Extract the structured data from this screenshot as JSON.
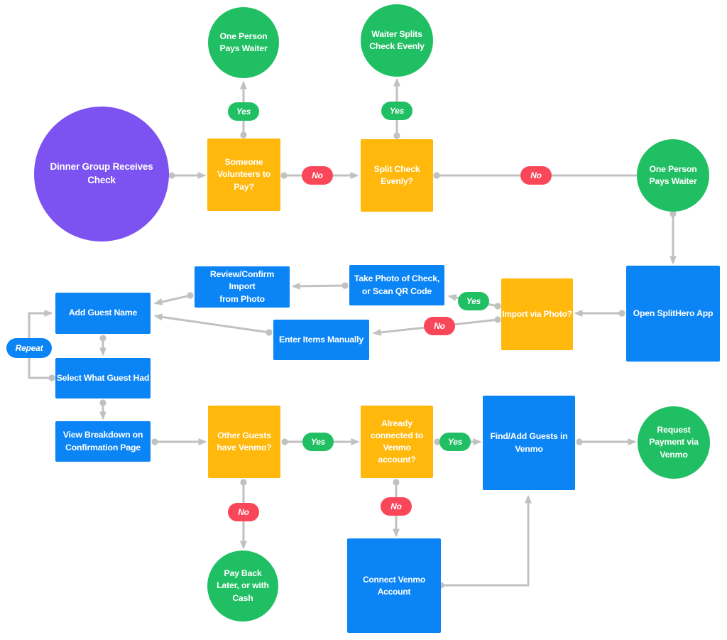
{
  "palette": {
    "purple": "#7C52F1",
    "orange": "#FFB80B",
    "green": "#21BF63",
    "red": "#FA4659",
    "blue": "#0B84F5",
    "arrow": "#C1C1C1"
  },
  "nodes": {
    "dinner_group": "Dinner Group Receives\nCheck",
    "one_person_top": "One Person\nPays Waiter",
    "waiter_splits": "Waiter Splits\nCheck Evenly",
    "someone_volunteers": "Someone\nVolunteers to\nPay?",
    "split_check": "Split Check\nEvenly?",
    "one_person_right": "One Person\nPays Waiter",
    "open_splithero": "Open SplitHero App",
    "import_via_photo": "Import via Photo?",
    "take_photo": "Take Photo of Check,\nor Scan QR Code",
    "review_confirm": "Review/Confirm Import\nfrom Photo",
    "enter_items": "Enter Items Manually",
    "add_guest": "Add Guest Name",
    "select_guest": "Select What Guest Had",
    "view_breakdown": "View Breakdown on\nConfirmation Page",
    "other_guests": "Other Guests\nhave Venmo?",
    "already_connected": "Already\nconnected to\nVenmo account?",
    "find_add_guests": "Find/Add Guests in\nVenmo",
    "request_payment": "Request\nPayment via\nVenmo",
    "pay_back": "Pay Back\nLater, or with\nCash",
    "connect_venmo": "Connect Venmo Account"
  },
  "edge_labels": {
    "yes": "Yes",
    "no": "No",
    "repeat": "Repeat"
  }
}
